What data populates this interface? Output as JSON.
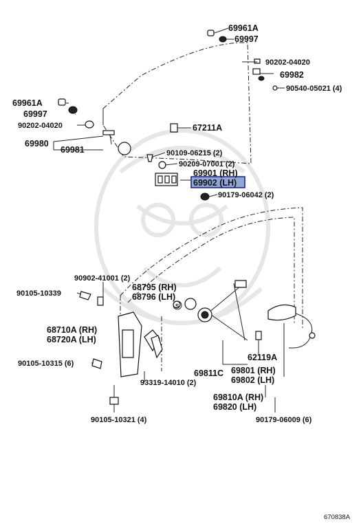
{
  "diagram": {
    "labels": {
      "p69961a_top": "69961A",
      "p69997_top": "69997",
      "p90202_right": "90202-04020",
      "p69982": "69982",
      "p90540": "90540-05021 (4)",
      "p69961a_left": "69961A",
      "p69997_left": "69997",
      "p90202_left": "90202-04020",
      "p67211a": "67211A",
      "p69980": "69980",
      "p69981": "69981",
      "p90109": "90109-06215 (2)",
      "p90209": "90209-07001 (2)",
      "p69901": "69901 (RH)",
      "p69902": "69902 (LH)",
      "p90179_a": "90179-06042 (2)",
      "p90902": "90902-41001 (2)",
      "p90105_10339": "90105-10339",
      "p68795": "68795 (RH)",
      "p68796": "68796 (LH)",
      "p68710a": "68710A (RH)",
      "p68720a": "68720A (LH)",
      "p90105_10315": "90105-10315 (6)",
      "p62119a": "62119A",
      "p69811c": "69811C",
      "p69801": "69801 (RH)",
      "p69802": "69802 (LH)",
      "p93319": "93319-14010 (2)",
      "p69810a": "69810A (RH)",
      "p69820": "69820 (LH)",
      "p90105_10321": "90105-10321 (4)",
      "p90179_b": "90179-06009 (6)",
      "s_marker": "S",
      "drawing_code": "670838A"
    },
    "highlight_color": "#8fa8d8"
  }
}
